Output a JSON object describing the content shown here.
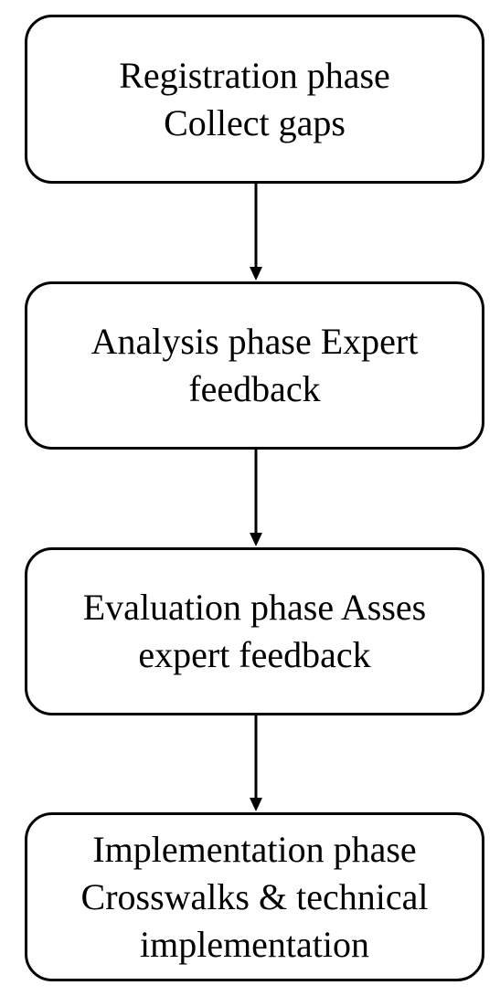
{
  "flowchart": {
    "steps": [
      {
        "lines": [
          "Registration phase",
          "Collect gaps"
        ]
      },
      {
        "lines": [
          "Analysis phase Expert",
          "feedback"
        ]
      },
      {
        "lines": [
          "Evaluation phase Asses",
          "expert feedback"
        ]
      },
      {
        "lines": [
          "Implementation phase",
          "Crosswalks & technical",
          "implementation"
        ]
      }
    ],
    "colors": {
      "stroke": "#000000",
      "fill": "#ffffff",
      "text": "#000000"
    }
  }
}
